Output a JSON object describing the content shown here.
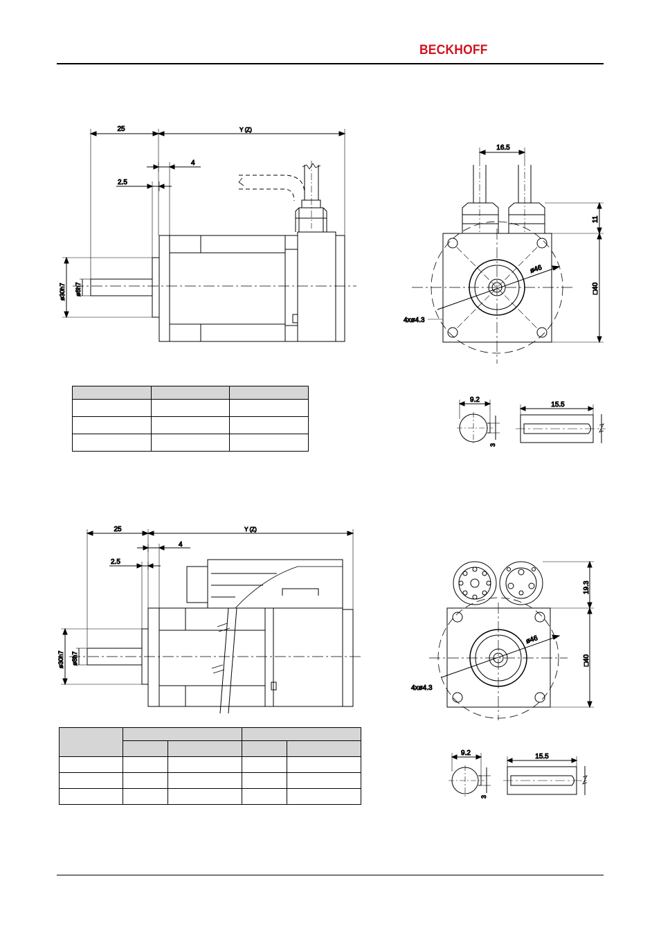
{
  "header": {
    "logo_text": "BECKHOFF",
    "logo_color": "#d1121f"
  },
  "drawing1": {
    "dim_length": "25",
    "dim_body": "Y (Z)",
    "dim_flange": "4",
    "dim_step": "2.5",
    "dim_pilot": "ø30h7",
    "dim_shaft": "ø8h7"
  },
  "front1": {
    "dim_connector_spacing": "16.5",
    "dim_connector_height": "11",
    "dim_square": "□40",
    "dim_bolt_circle": "ø46",
    "dim_holes": "4xø4.3"
  },
  "shaft1": {
    "dim_key_depth": "9.2",
    "dim_key_width": "3",
    "dim_key_length": "15.5"
  },
  "drawing2": {
    "dim_length": "25",
    "dim_body": "Y (Z)",
    "dim_flange": "4",
    "dim_step": "2.5",
    "dim_pilot": "ø30h7",
    "dim_shaft": "ø8h7"
  },
  "front2": {
    "dim_connector_height": "19.3",
    "dim_square": "□40",
    "dim_bolt_circle": "ø46",
    "dim_holes": "4xø4.3"
  },
  "shaft2": {
    "dim_key_depth": "9.2",
    "dim_key_width": "3",
    "dim_key_length": "15.5"
  }
}
